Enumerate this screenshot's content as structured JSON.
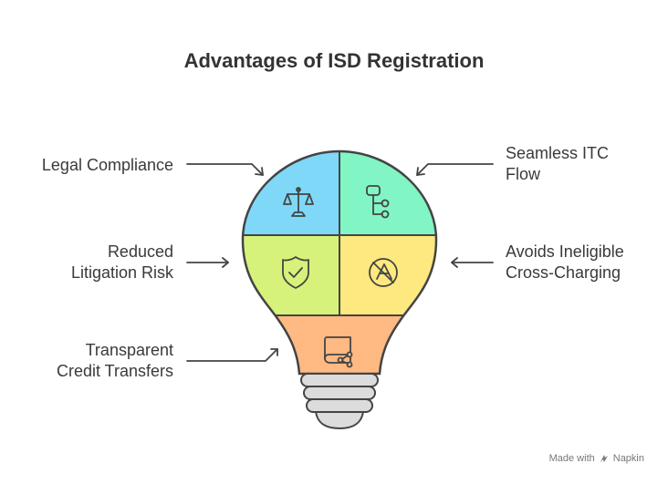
{
  "title": "Advantages of ISD Registration",
  "segments": [
    {
      "label": "Legal Compliance",
      "color": "#7fd8f7",
      "icon": "scales-icon"
    },
    {
      "label": "Seamless ITC Flow",
      "color": "#82f5c4",
      "icon": "flow-diagram-icon"
    },
    {
      "label": "Reduced Litigation Risk",
      "color": "#d6f27a",
      "icon": "shield-check-icon"
    },
    {
      "label": "Avoids Ineligible Cross-Charging",
      "color": "#fde97f",
      "icon": "no-cross-charging-icon"
    },
    {
      "label": "Transparent Credit Transfers",
      "color": "#ffb982",
      "icon": "book-share-icon"
    }
  ],
  "labels": {
    "legal_compliance": "Legal Compliance",
    "seamless_itc_line1": "Seamless ITC",
    "seamless_itc_line2": "Flow",
    "reduced_line1": "Reduced",
    "reduced_line2": "Litigation Risk",
    "avoids_line1": "Avoids Ineligible",
    "avoids_line2": "Cross-Charging",
    "transparent_line1": "Transparent",
    "transparent_line2": "Credit Transfers"
  },
  "footer": {
    "made_with": "Made with",
    "brand": "Napkin"
  }
}
